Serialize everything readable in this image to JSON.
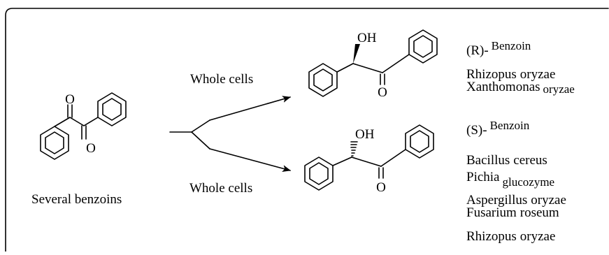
{
  "reactant": {
    "label": "Several benzoins",
    "atom_o": "O"
  },
  "upper_path": {
    "reagent": "Whole cells"
  },
  "lower_path": {
    "reagent": "Whole cells"
  },
  "r_product": {
    "oh": "OH",
    "o": "O",
    "title_prefix": "(R)-",
    "title_name": "Benzoin",
    "organisms": [
      {
        "genus": "Rhizopus",
        "species": "oryzae"
      },
      {
        "genus": "Xanthomonas",
        "species": "oryzae"
      }
    ]
  },
  "s_product": {
    "oh": "OH",
    "o": "O",
    "title_prefix": "(S)-",
    "title_name": "Benzoin",
    "organisms": [
      {
        "genus": "Bacillus",
        "species": "cereus"
      },
      {
        "genus": "Pichia",
        "species": "glucozyme"
      },
      {
        "genus": "Aspergillus",
        "species": "oryzae"
      },
      {
        "genus": "Fusarium",
        "species": "roseum"
      },
      {
        "genus": "Rhizopus",
        "species": "oryzae"
      }
    ]
  }
}
